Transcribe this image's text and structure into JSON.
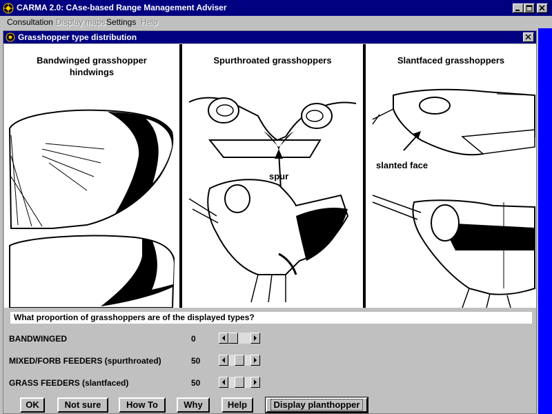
{
  "window": {
    "title": "CARMA 2.0: CAse-based Range Management Adviser"
  },
  "menu": [
    {
      "label": "Consultation",
      "enabled": true
    },
    {
      "label": "Display maps",
      "enabled": false
    },
    {
      "label": "Settings",
      "enabled": true
    },
    {
      "label": "Help",
      "enabled": false
    }
  ],
  "dialog": {
    "title": "Grasshopper type distribution"
  },
  "panels": {
    "bandwinged": {
      "title_line1": "Bandwinged grasshopper",
      "title_line2": "hindwings"
    },
    "spurthroated": {
      "title": "Spurthroated grasshoppers",
      "annotation": "spur"
    },
    "slantfaced": {
      "title": "Slantfaced grasshoppers",
      "annotation": "slanted face"
    }
  },
  "question": "What proportion of grasshoppers are of the displayed types?",
  "rows": [
    {
      "label": "BANDWINGED",
      "value": "0",
      "level": 0
    },
    {
      "label": "MIXED/FORB FEEDERS (spurthroated)",
      "value": "50",
      "level": 50
    },
    {
      "label": "GRASS FEEDERS (slantfaced)",
      "value": "50",
      "level": 50
    }
  ],
  "buttons": {
    "ok": "OK",
    "not_sure": "Not sure",
    "how_to": "How To",
    "why": "Why",
    "help": "Help",
    "display_planthopper": "Display planthopper"
  },
  "colors": {
    "titlebar": "#000080",
    "face": "#c0c0c0",
    "scroll_accent": "#0000ff"
  }
}
